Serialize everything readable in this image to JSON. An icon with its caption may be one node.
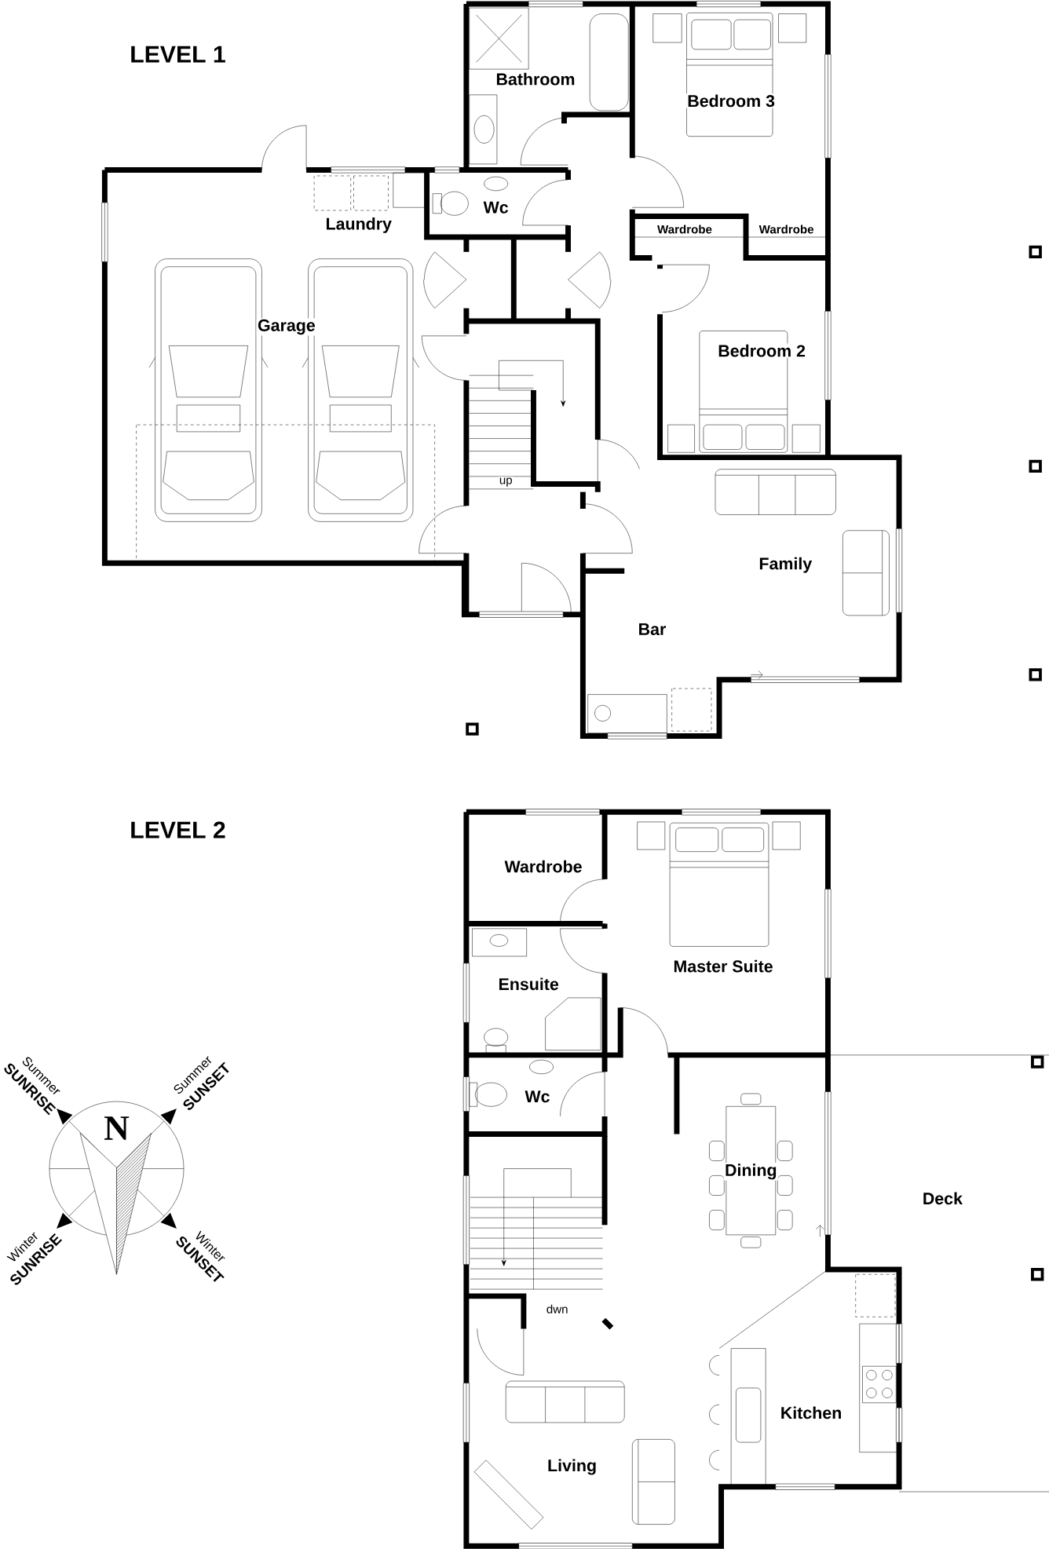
{
  "diagram": {
    "labels": [
      "LEVEL 1",
      "Bathroom",
      "Bedroom 3",
      "Wc",
      "Laundry",
      "Wardrobe",
      "Wardrobe",
      "Garage",
      "Bedroom 2",
      "up",
      "Family",
      "Bar",
      "LEVEL 2",
      "Wardrobe",
      "Master Suite",
      "Ensuite",
      "Summer",
      "SUNRISE",
      "Summer",
      "SUNSET",
      "N",
      "Wc",
      "Dining",
      "Deck",
      "Winter",
      "SUNRISE",
      "Winter",
      "SUNSET",
      "dwn",
      "Kitchen",
      "Living"
    ]
  }
}
